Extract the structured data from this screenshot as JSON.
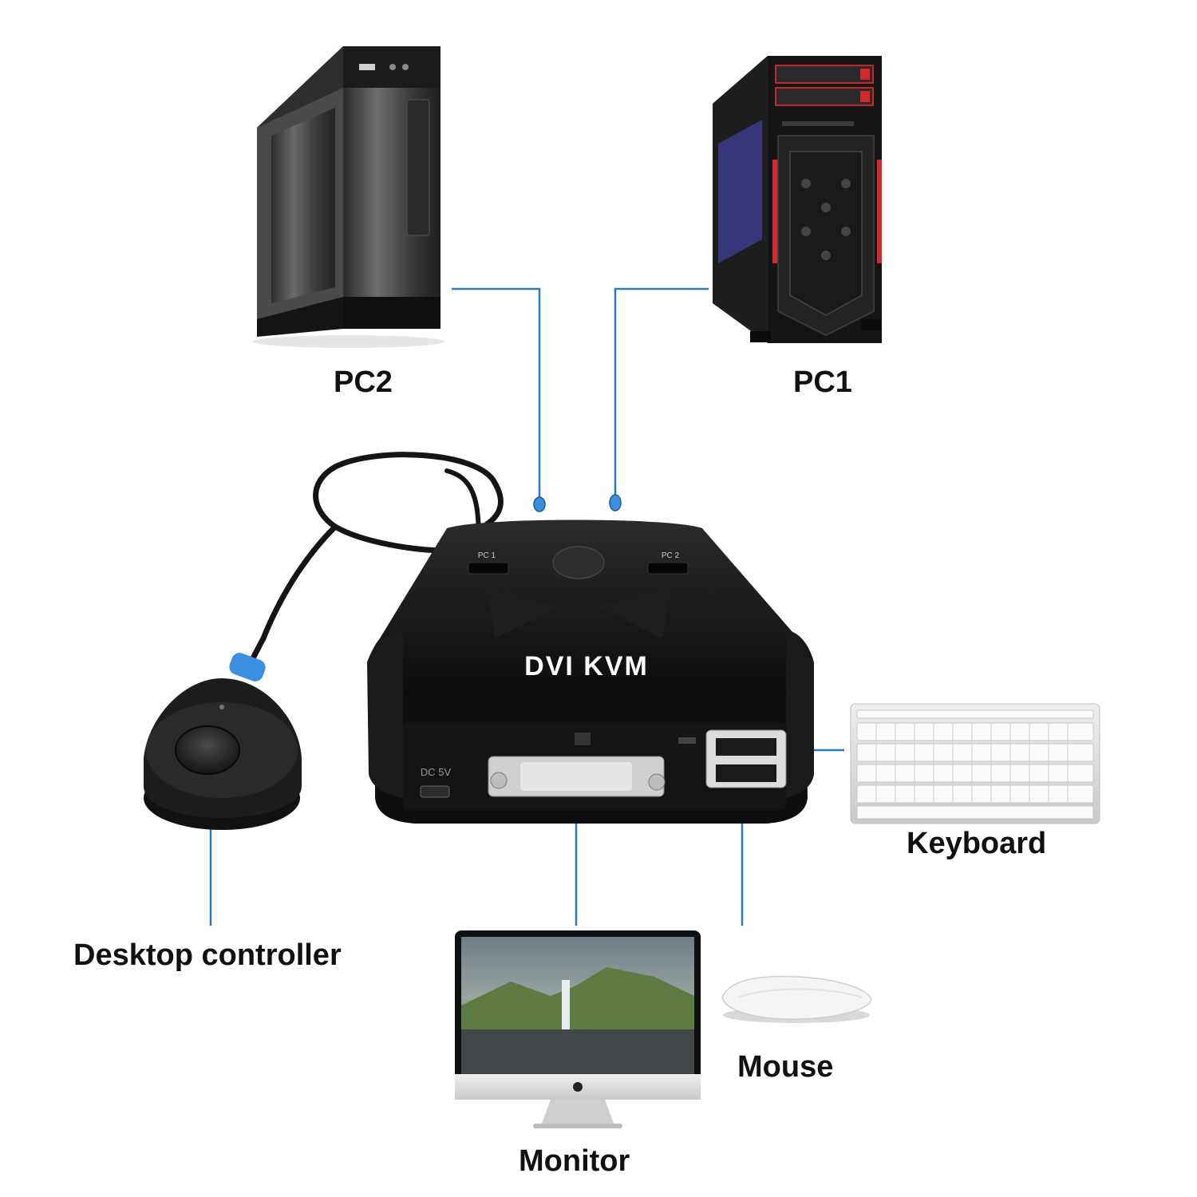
{
  "labels": {
    "pc2": "PC2",
    "pc1": "PC1",
    "keyboard": "Keyboard",
    "desktop_controller": "Desktop controller",
    "mouse": "Mouse",
    "monitor": "Monitor"
  },
  "device": {
    "title": "DVI KVM",
    "port_pc1": "PC 1",
    "port_pc2": "PC 2",
    "dc_label": "DC 5V"
  },
  "colors": {
    "connector_line": "#2b78c4",
    "connector_dot": "#3a8fe0",
    "device_body": "#1a1a1a"
  }
}
